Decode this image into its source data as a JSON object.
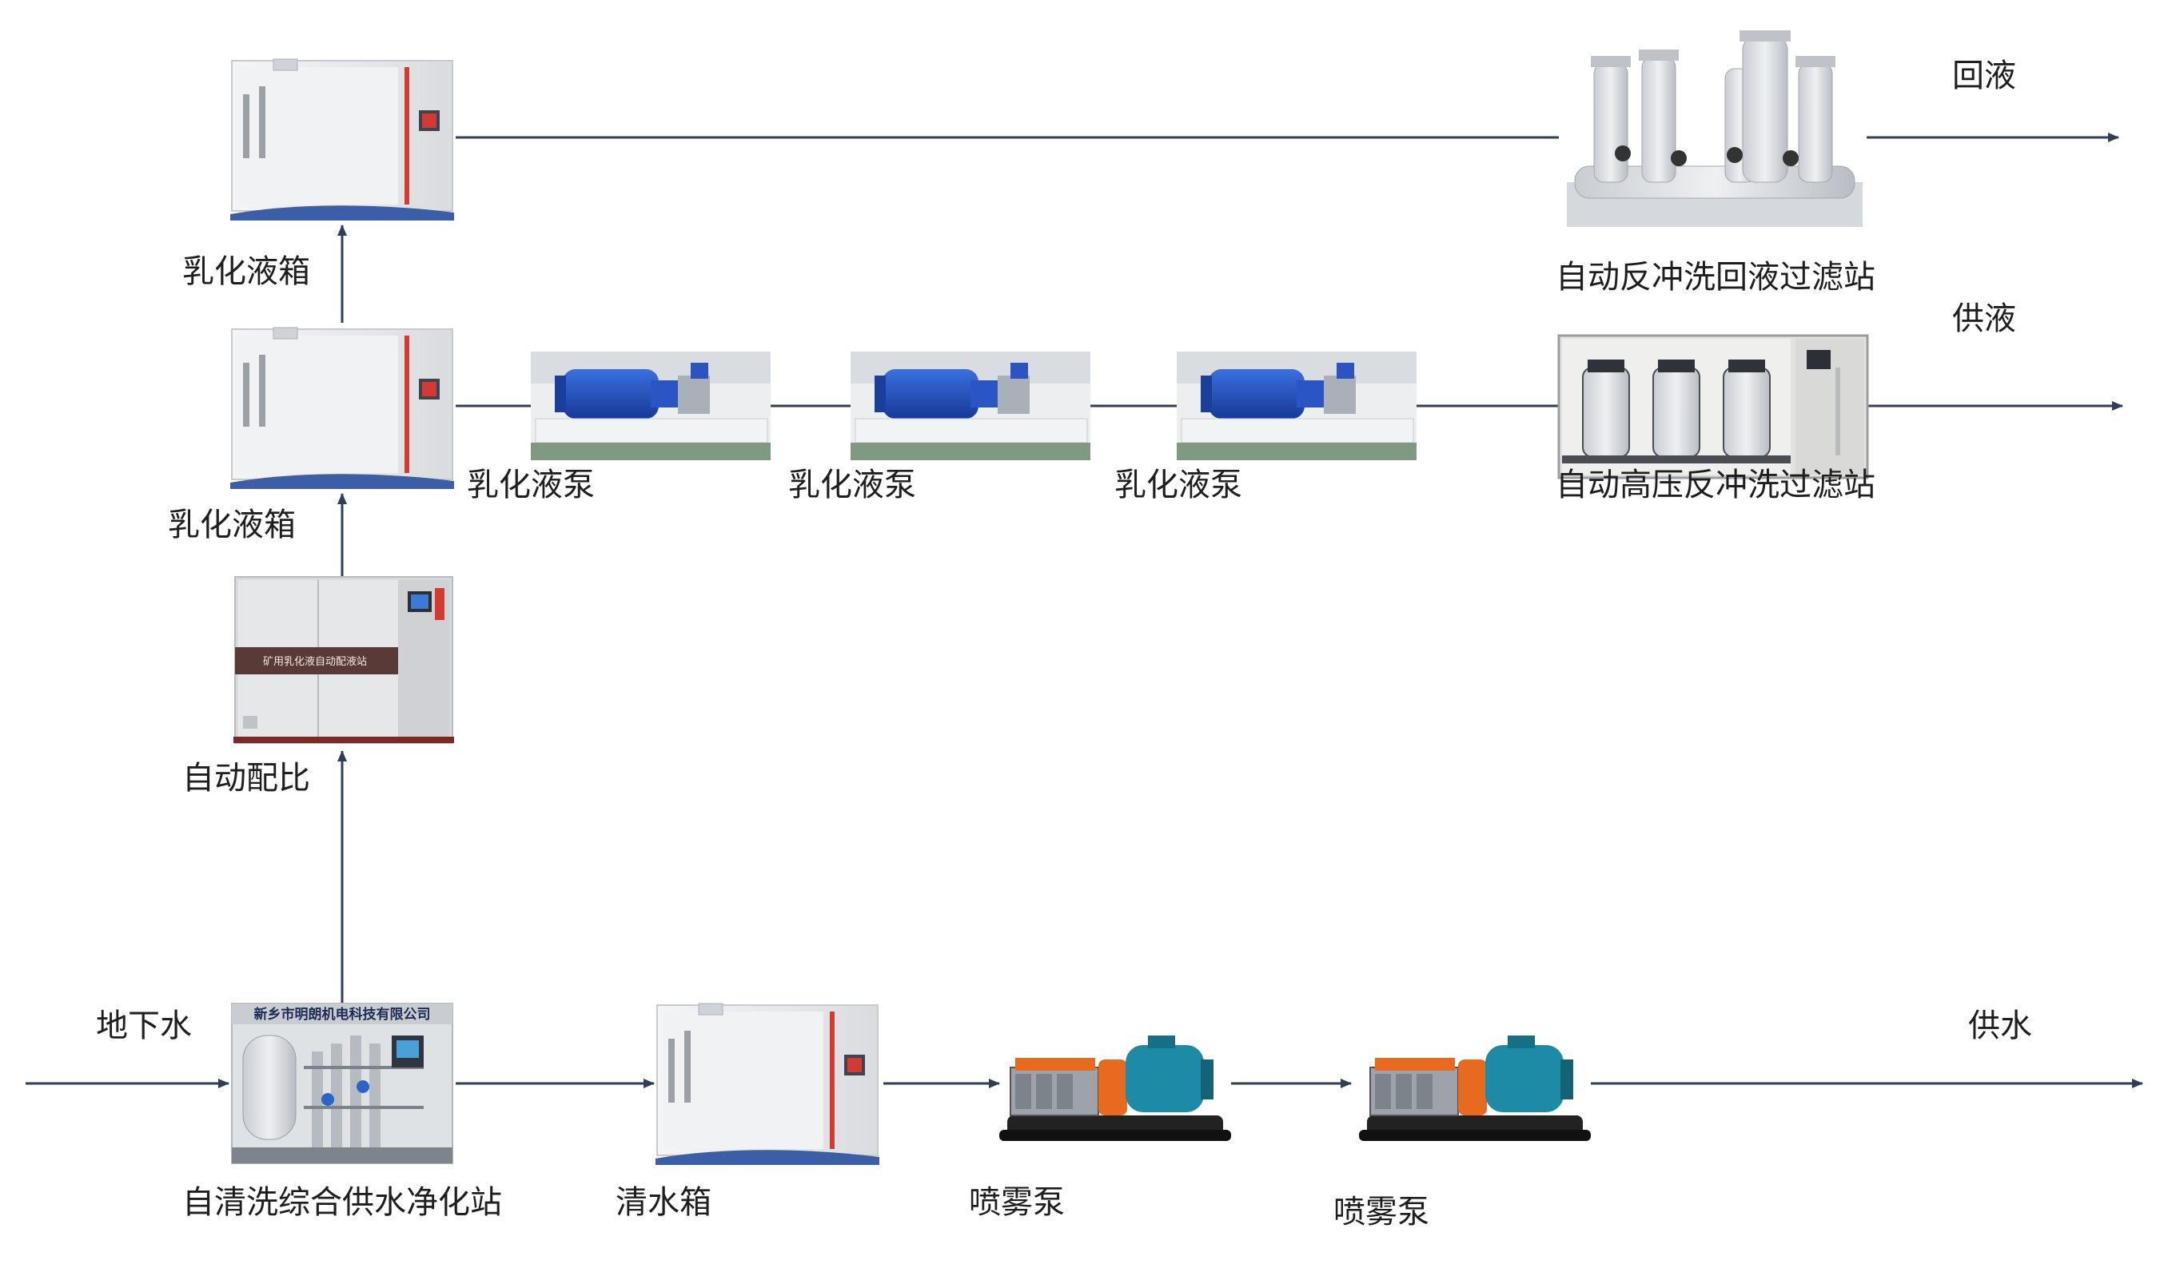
{
  "colors": {
    "line": "#2d3e55",
    "text": "#1e1e1e",
    "cabinet": "#e9eaec",
    "accent_red": "#d23a32",
    "pump_blue": "#1f49b5",
    "pump_orange": "#e86a1e",
    "frame_dark": "#2a2a2a"
  },
  "labels": {
    "emulsion_tank_top": "乳化液箱",
    "emulsion_tank_mid": "乳化液箱",
    "auto_ratio": "自动配比",
    "groundwater": "地下水",
    "purification_station": "自清洗综合供水净化站",
    "clean_water_tank": "清水箱",
    "spray_pump_1": "喷雾泵",
    "spray_pump_2": "喷雾泵",
    "emulsion_pump_1": "乳化液泵",
    "emulsion_pump_2": "乳化液泵",
    "emulsion_pump_3": "乳化液泵",
    "return_filter_station": "自动反冲洗回液过滤站",
    "hp_filter_station": "自动高压反冲洗过滤站",
    "return_liquid": "回液",
    "supply_liquid": "供液",
    "supply_water": "供水"
  },
  "equipment_text": {
    "ratio_station_sign": "矿用乳化液自动配液站",
    "purification_banner": "新乡市明朗机电科技有限公司"
  },
  "icons": [
    "water-tank-icon",
    "ratio-station-icon",
    "purification-station-icon",
    "emulsion-pump-icon",
    "spray-pump-icon",
    "filter-station-icon",
    "arrow-icon"
  ]
}
